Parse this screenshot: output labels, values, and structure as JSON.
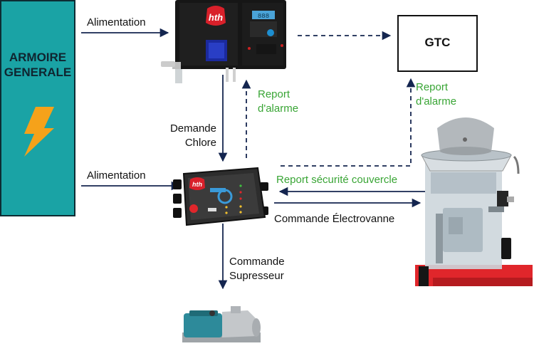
{
  "armoire": {
    "line1": "ARMOIRE",
    "line2": "GENERALE"
  },
  "gtc": "GTC",
  "labels": {
    "alimentation_top": "Alimentation",
    "alimentation_mid": "Alimentation",
    "demande_1": "Demande",
    "demande_2": "Chlore",
    "report_center_1": "Report",
    "report_center_2": "d'alarme",
    "report_right_1": "Report",
    "report_right_2": "d'alarme",
    "report_securite": "Report sécurité couvercle",
    "commande_electrovanne": "Commande Électrovanne",
    "commande_sup_1": "Commande",
    "commande_sup_2": "Supresseur"
  },
  "devices": {
    "controller_logo": "hth",
    "control_box_logo": "hth",
    "display_value": "888"
  },
  "colors": {
    "navy": "#14254f",
    "green": "#39a535",
    "teal": "#1aa3a5",
    "bolt": "#f5a21a",
    "tank_red": "#e0262b"
  }
}
